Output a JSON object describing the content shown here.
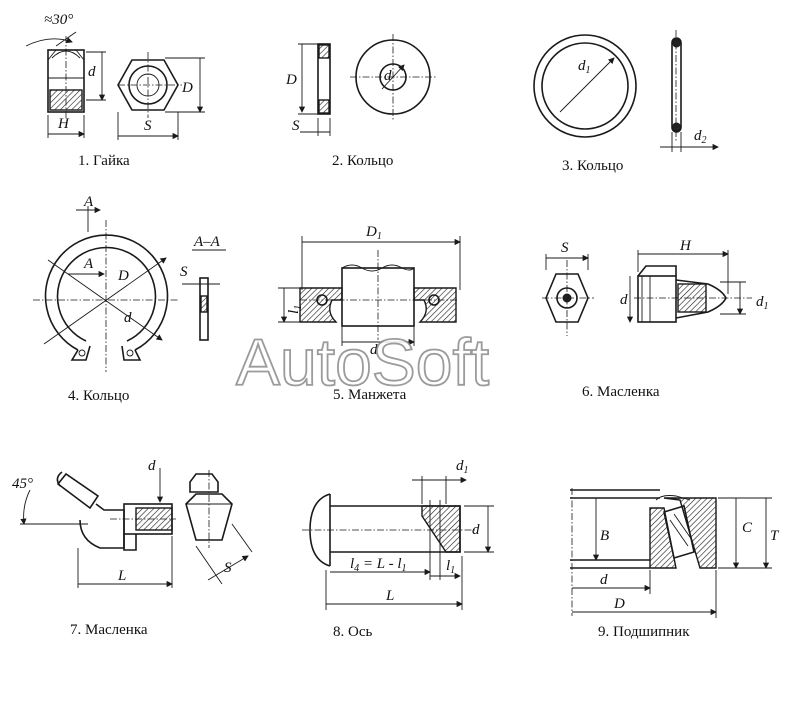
{
  "watermark": "AutoSoft",
  "parts": [
    {
      "caption": "1. Гайка",
      "labels": {
        "angle": "≈30°",
        "d": "d",
        "D": "D",
        "H": "H",
        "S": "S"
      }
    },
    {
      "caption": "2. Кольцо",
      "labels": {
        "D": "D",
        "S": "S",
        "d": "d"
      }
    },
    {
      "caption": "3. Кольцо",
      "labels": {
        "d1": "d",
        "d1_sub": "1",
        "d2": "d",
        "d2_sub": "2"
      }
    },
    {
      "caption": "4. Кольцо",
      "labels": {
        "A_top": "A",
        "A_inner": "A",
        "D": "D",
        "d": "d",
        "section": "A–A",
        "S": "S"
      }
    },
    {
      "caption": "5. Манжета",
      "labels": {
        "D1": "D",
        "D1_sub": "1",
        "l1": "l",
        "l1_sub": "1",
        "d": "d"
      }
    },
    {
      "caption": "6. Масленка",
      "labels": {
        "S": "S",
        "H": "H",
        "d": "d",
        "d1": "d",
        "d1_sub": "1"
      }
    },
    {
      "caption": "7. Масленка",
      "labels": {
        "angle": "45°",
        "d": "d",
        "L": "L",
        "S": "S"
      }
    },
    {
      "caption": "8. Ось",
      "labels": {
        "d1": "d",
        "d1_sub": "1",
        "d": "d",
        "l4": "l",
        "l4_sub": "4",
        "eq": " = L - l",
        "eq_sub": "1",
        "l1": "l",
        "l1_sub": "1",
        "L": "L"
      }
    },
    {
      "caption": "9. Подшипник",
      "labels": {
        "B": "B",
        "C": "C",
        "T": "T",
        "d": "d",
        "D": "D"
      }
    }
  ]
}
